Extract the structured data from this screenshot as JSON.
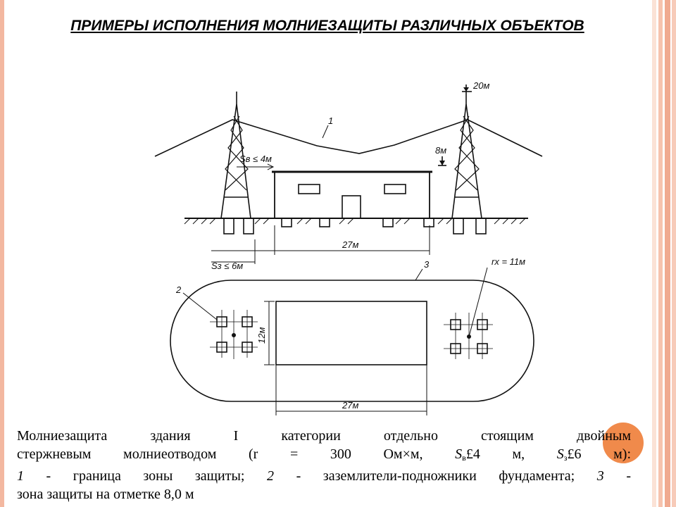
{
  "title": "ПРИМЕРЫ ИСПОЛНЕНИЯ МОЛНИЕЗАЩИТЫ РАЗЛИЧНЫХ ОБЪЕКТОВ",
  "diagram": {
    "label_20m": "20м",
    "label_8m": "8м",
    "label_1": "1",
    "label_2": "2",
    "label_3": "3",
    "label_sv": "Sв ≤ 4м",
    "label_sz": "Sз ≤ 6м",
    "label_27m_top": "27м",
    "label_27m_bottom": "27м",
    "label_12m": "12м",
    "label_rx": "rx = 11м"
  },
  "caption": {
    "line1": "Молниезащита здания I категории отдельно стоящим двойным",
    "line2_a": "стержневым молниеотводом (r = 300 Ом×м, ",
    "line2_sv": "S",
    "line2_sv_sub": "в",
    "line2_b": "£4 м, ",
    "line2_sz": "S",
    "line2_sz_sub": "з",
    "line2_c": "£6 м):",
    "line3_n1": "1",
    "line3_a": " - граница зоны защиты; ",
    "line3_n2": "2",
    "line3_b": " - заземлители-подножники фундамента; ",
    "line3_n3": "3",
    "line3_c": " -",
    "line4": "зона защиты на отметке 8,0 м"
  },
  "colors": {
    "accent_orange": "#f08a4b",
    "stripe_salmon": "#f0aa90"
  }
}
